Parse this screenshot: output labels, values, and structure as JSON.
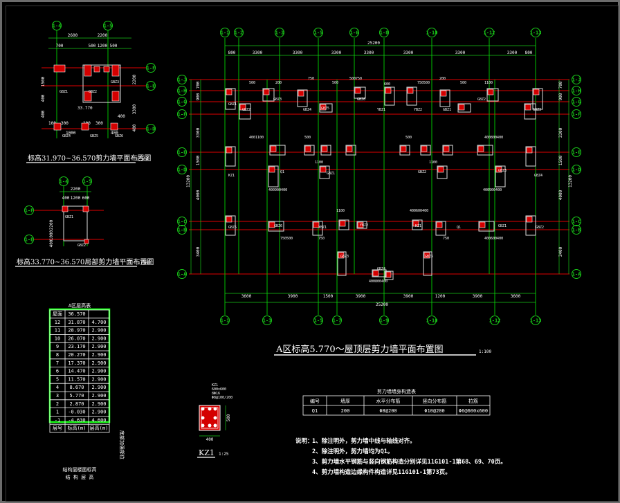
{
  "drawing": {
    "main_title": "A区标高5.770～屋顶层剪力墙平面布置图",
    "main_scale": "1:100",
    "top_left_title": "标高31.970~36.570剪力墙平面布置图",
    "top_left_scale": "1:100",
    "mid_left_title": "标高33.770~36.570局部剪力墙平面布置图",
    "mid_left_scale": "1:100",
    "kz1_title": "KZ1",
    "kz1_scale": "1:25"
  },
  "main_plan": {
    "top_axes": [
      "1-1",
      "1-2",
      "1-3",
      "1-5",
      "1-6",
      "1-8",
      "1-10",
      "1-12",
      "1-13"
    ],
    "bottom_axes": [
      "1-1",
      "1-3",
      "1-5",
      "1-7",
      "1-9",
      "1-10",
      "1-12",
      "1-13"
    ],
    "left_axes": [
      "1-J",
      "1-H",
      "1-G",
      "1-F",
      "1-E",
      "1-D",
      "1-C",
      "1-B",
      "1-A"
    ],
    "right_axes": [
      "1-J",
      "1-H",
      "1-G",
      "1-F",
      "1-E",
      "1-D",
      "1-C",
      "1-B",
      "1-A"
    ],
    "top_total": "25200",
    "top_dims": [
      "800",
      "3300",
      "3300",
      "3300",
      "3300",
      "3300",
      "3300",
      "3300",
      "800"
    ],
    "bottom_total": "25200",
    "bottom_dims": [
      "3600",
      "3900",
      "1500",
      "3900",
      "3900",
      "1200",
      "3900",
      "3600"
    ],
    "left_total": "13200",
    "left_dims": [
      "700",
      "900",
      "3300",
      "1500",
      "4000",
      "3400"
    ],
    "right_total": "13200",
    "right_dims": [
      "700",
      "900",
      "3300",
      "1500",
      "4000",
      "3400"
    ],
    "wall_labels": [
      "GBZ1",
      "GBZ2",
      "GBZ3",
      "GBZ4",
      "GBZ5",
      "GBZ6",
      "YBZ1",
      "YBZ2",
      "KZ1",
      "Q1"
    ],
    "piece_dims": [
      "400",
      "500",
      "750",
      "600",
      "200",
      "1100",
      "4001100",
      "400800400",
      "500750",
      "750500",
      "400600400",
      "400900400"
    ]
  },
  "top_left_plan": {
    "axes_top": [
      "1-4",
      "1-5"
    ],
    "axes_right": [
      "1-F",
      "1-E",
      "1-D"
    ],
    "dims_top": [
      "2600",
      "2200"
    ],
    "dims_top2": [
      "700",
      "500",
      "1200",
      "500"
    ],
    "dims_left": [
      "1500",
      "400",
      "400"
    ],
    "dims_right": [
      "2200",
      "3300",
      "400"
    ],
    "small_dims": [
      "100",
      "300",
      "100",
      "300",
      "400",
      "1000",
      "400"
    ],
    "elevation": "33.770",
    "labels": [
      "GBZ1",
      "GBZ2",
      "GBZ3",
      "GBZ4",
      "GBZ5",
      "GBZ6"
    ]
  },
  "mid_left_plan": {
    "axes_top": [
      "1-4",
      "1-5"
    ],
    "axes_left": [
      "1-F",
      "1-E"
    ],
    "dim_top": "2200",
    "dims_top2": [
      "400",
      "1200",
      "600"
    ],
    "dims_left": [
      "2200",
      "1000",
      "400"
    ],
    "labels": [
      "GBZ1",
      "GBZ2"
    ]
  },
  "floor_table": {
    "title": "A区层高表",
    "header": [
      "层号",
      "标高(m)",
      "层高(m)"
    ],
    "roof": {
      "label": "屋面",
      "elev": "36.570"
    },
    "rows": [
      [
        "12",
        "31.870",
        "4.700"
      ],
      [
        "11",
        "28.970",
        "2.900"
      ],
      [
        "10",
        "26.070",
        "2.900"
      ],
      [
        "9",
        "23.170",
        "2.900"
      ],
      [
        "8",
        "20.270",
        "2.900"
      ],
      [
        "7",
        "17.370",
        "2.900"
      ],
      [
        "6",
        "14.470",
        "2.900"
      ],
      [
        "5",
        "11.570",
        "2.900"
      ],
      [
        "4",
        "8.670",
        "2.900"
      ],
      [
        "3",
        "5.770",
        "2.900"
      ],
      [
        "2",
        "2.870",
        "2.900"
      ],
      [
        "1",
        "-0.030",
        "2.900"
      ],
      [
        "-1",
        "-4.630",
        "4.600"
      ]
    ],
    "side_note": "底部加强部位",
    "foot1": "结构层楼面标高",
    "foot2": "结 构 层 高"
  },
  "kz1": {
    "labels": [
      "KZ1",
      "600x600",
      "8Φ16",
      "Φ8@100/200"
    ],
    "dim_bottom": "400",
    "dim_right": "500"
  },
  "wall_table": {
    "title": "剪力墙墙身构造表",
    "headers": [
      "编号",
      "墙厚",
      "水平分布筋",
      "竖向分布筋",
      "拉筋"
    ],
    "row": [
      "Q1",
      "200",
      "Φ8@200",
      "Φ10@200",
      "Φ6@600x600"
    ]
  },
  "notes": {
    "lead": "说明：",
    "items": [
      "1、除注明外，剪力墙中线与轴线对齐。",
      "2、除注明外，剪力墙均为Q1。",
      "3、剪力墙水平钢筋与竖向钢筋构造分别详见11G101-1第68、69、70页。",
      "4、剪力墙构造边缘构件构造详见11G101-1第73页。"
    ]
  },
  "colors": {
    "background": "#000000",
    "axis": "#19c919",
    "grid_red": "#e00000",
    "column": "#d40000",
    "text": "#ffffff"
  }
}
